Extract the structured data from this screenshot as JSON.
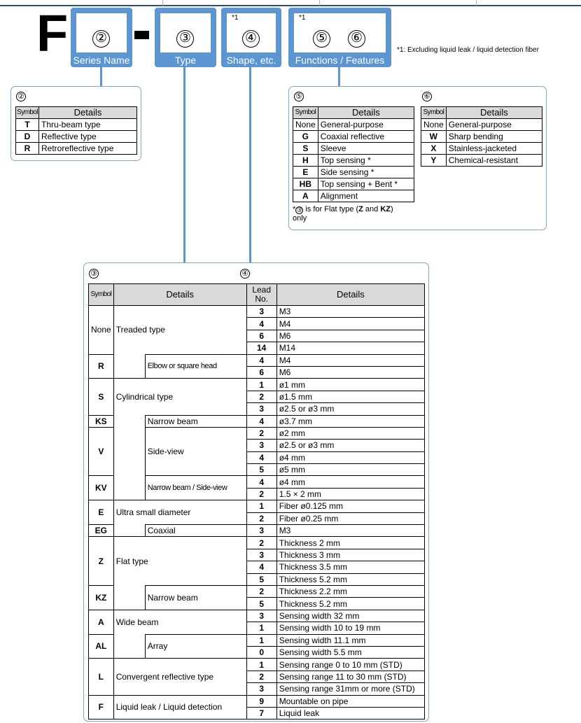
{
  "header": {
    "prefix": "F",
    "separator": "-",
    "box_series": {
      "num": "②",
      "label": "Series Name"
    },
    "box_type": {
      "num": "③",
      "label": "Type"
    },
    "box_shape": {
      "num": "④",
      "label": "Shape, etc.",
      "mark": "*1"
    },
    "box_functions": {
      "num5": "⑤",
      "num6": "⑥",
      "label": "Functions / Features",
      "mark": "*1"
    },
    "footnote": "*1: Excluding liquid leak / liquid detection fiber"
  },
  "series_table": {
    "marker": "②",
    "col_symbol": "Symbol",
    "col_details": "Details",
    "rows": [
      {
        "symbol": "T",
        "details": "Thru-beam type"
      },
      {
        "symbol": "D",
        "details": "Reflective type"
      },
      {
        "symbol": "R",
        "details": "Retroreflective type"
      }
    ]
  },
  "functions_table": {
    "marker": "⑤",
    "col_symbol": "Symbol",
    "col_details": "Details",
    "rows": [
      {
        "symbol": "None",
        "details": "General-purpose"
      },
      {
        "symbol": "G",
        "details": "Coaxial reflective"
      },
      {
        "symbol": "S",
        "details": "Sleeve"
      },
      {
        "symbol": "H",
        "details": "Top sensing *"
      },
      {
        "symbol": "E",
        "details": "Side sensing *"
      },
      {
        "symbol": "HB",
        "details": "Top sensing + Bent *"
      },
      {
        "symbol": "A",
        "details": "Alignment"
      }
    ],
    "note_a": "*",
    "note_b": " is for Flat type (",
    "note_z": "Z",
    "note_and": " and ",
    "note_kz": "KZ",
    "note_c": ")",
    "note_d": "only"
  },
  "features_table": {
    "marker": "⑥",
    "col_symbol": "Symbol",
    "col_details": "Details",
    "rows": [
      {
        "symbol": "None",
        "details": "General-purpose"
      },
      {
        "symbol": "W",
        "details": "Sharp bending"
      },
      {
        "symbol": "X",
        "details": "Stainless-jacketed"
      },
      {
        "symbol": "Y",
        "details": "Chemical-resistant"
      }
    ]
  },
  "type_table": {
    "marker3": "③",
    "marker4": "④",
    "col_symbol": "Symbol",
    "col_details": "Details",
    "col_lead1": "Lead",
    "col_lead2": "No.",
    "col_details2": "Details",
    "groups": [
      {
        "symbol": "None",
        "type": "Treaded type",
        "sub": "",
        "leads": [
          [
            "3",
            "M3"
          ],
          [
            "4",
            "M4"
          ],
          [
            "6",
            "M6"
          ],
          [
            "14",
            "M14"
          ]
        ]
      },
      {
        "symbol": "R",
        "type": "",
        "sub": "Elbow or square head",
        "leads": [
          [
            "4",
            "M4"
          ],
          [
            "6",
            "M6"
          ]
        ]
      },
      {
        "symbol": "S",
        "type": "Cylindrical type",
        "sub": "",
        "leads": [
          [
            "1",
            "ø1 mm"
          ],
          [
            "2",
            "ø1.5 mm"
          ],
          [
            "3",
            "ø2.5 or ø3 mm"
          ]
        ]
      },
      {
        "symbol": "KS",
        "type": "",
        "sub": "Narrow beam",
        "leads": [
          [
            "4",
            "ø3.7 mm"
          ]
        ]
      },
      {
        "symbol": "V",
        "type": "",
        "sub": "Side-view",
        "leads": [
          [
            "2",
            "ø2 mm"
          ],
          [
            "3",
            "ø2.5 or ø3 mm"
          ],
          [
            "4",
            "ø4 mm"
          ],
          [
            "5",
            "ø5 mm"
          ]
        ]
      },
      {
        "symbol": "KV",
        "type": "",
        "sub": "Narrow beam / Side-view",
        "leads": [
          [
            "4",
            "ø4 mm"
          ],
          [
            "2",
            "1.5 × 2 mm"
          ]
        ]
      },
      {
        "symbol": "E",
        "type": "Ultra small diameter",
        "sub": "",
        "leads": [
          [
            "1",
            "Fiber ø0.125 mm"
          ],
          [
            "2",
            "Fiber ø0.25 mm"
          ]
        ]
      },
      {
        "symbol": "EG",
        "type": "",
        "sub": "Coaxial",
        "leads": [
          [
            "3",
            "M3"
          ]
        ]
      },
      {
        "symbol": "Z",
        "type": "Flat type",
        "sub": "",
        "leads": [
          [
            "2",
            "Thickness 2 mm"
          ],
          [
            "3",
            "Thickness 3 mm"
          ],
          [
            "4",
            "Thickness 3.5 mm"
          ],
          [
            "5",
            "Thickness 5.2 mm"
          ]
        ]
      },
      {
        "symbol": "KZ",
        "type": "",
        "sub": "Narrow beam",
        "leads": [
          [
            "2",
            "Thickness 2.2 mm"
          ],
          [
            "5",
            "Thickness 5.2 mm"
          ]
        ]
      },
      {
        "symbol": "A",
        "type": "Wide beam",
        "sub": "",
        "leads": [
          [
            "3",
            "Sensing width 32 mm"
          ],
          [
            "1",
            "Sensing width 10 to 19 mm"
          ]
        ]
      },
      {
        "symbol": "AL",
        "type": "",
        "sub": "Array",
        "leads": [
          [
            "1",
            "Sensing width 11.1 mm"
          ],
          [
            "0",
            "Sensing width 5.5 mm"
          ]
        ]
      },
      {
        "symbol": "L",
        "type": "Convergent reflective type",
        "sub": "",
        "leads": [
          [
            "1",
            "Sensing range  0 to 10 mm (STD)"
          ],
          [
            "2",
            "Sensing range 11 to 30 mm (STD)"
          ],
          [
            "3",
            "Sensing range  31mm or more (STD)"
          ]
        ]
      },
      {
        "symbol": "F",
        "type": "Liquid leak / Liquid detection",
        "sub": "",
        "leads": [
          [
            "9",
            "Mountable on pipe"
          ],
          [
            "7",
            "Liquid leak"
          ]
        ]
      }
    ]
  }
}
